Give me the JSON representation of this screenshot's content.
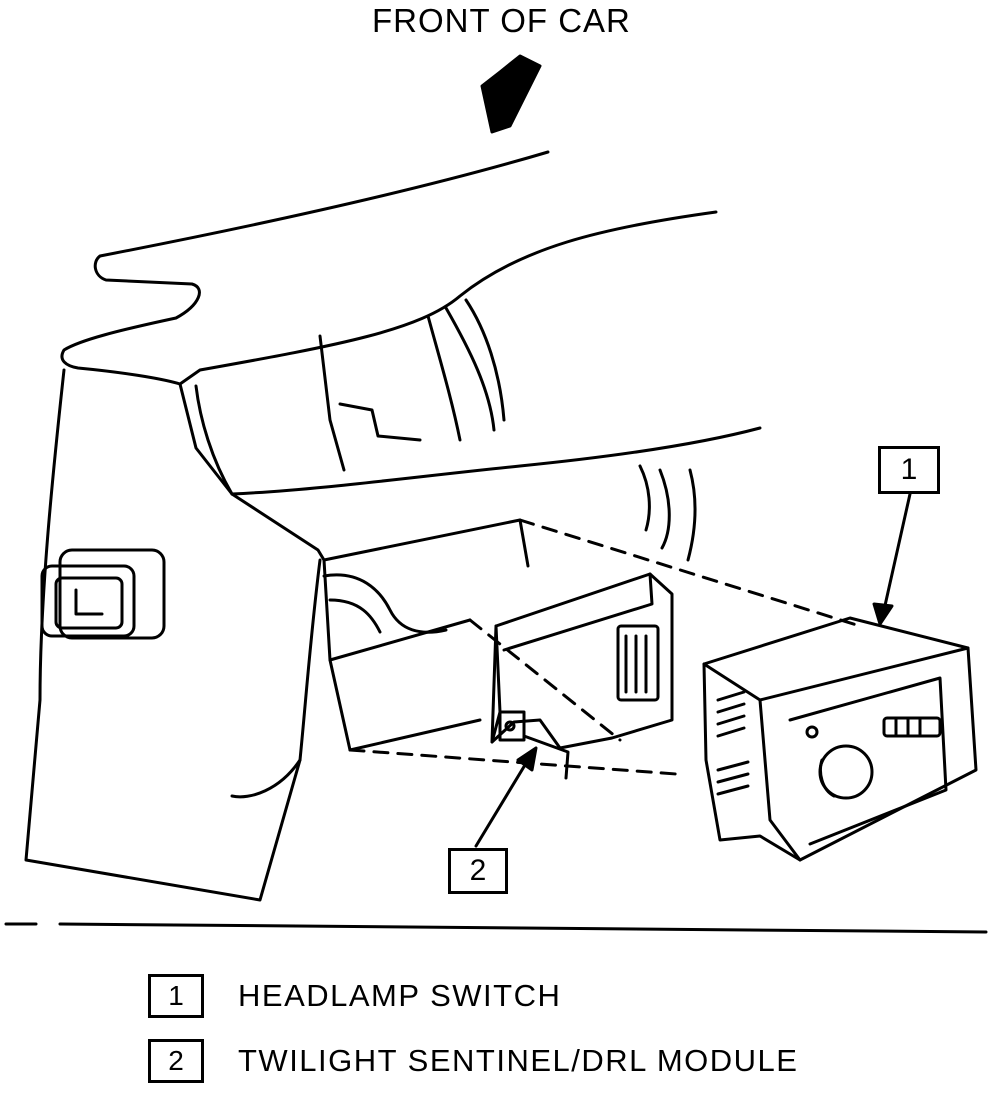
{
  "diagram": {
    "direction_label": "FRONT OF CAR",
    "callouts": [
      {
        "number": "1"
      },
      {
        "number": "2"
      }
    ]
  },
  "legend": [
    {
      "number": "1",
      "text": "HEADLAMP SWITCH"
    },
    {
      "number": "2",
      "text": "TWILIGHT SENTINEL/DRL MODULE"
    }
  ],
  "colors": {
    "ink": "#000000",
    "paper": "#ffffff"
  }
}
